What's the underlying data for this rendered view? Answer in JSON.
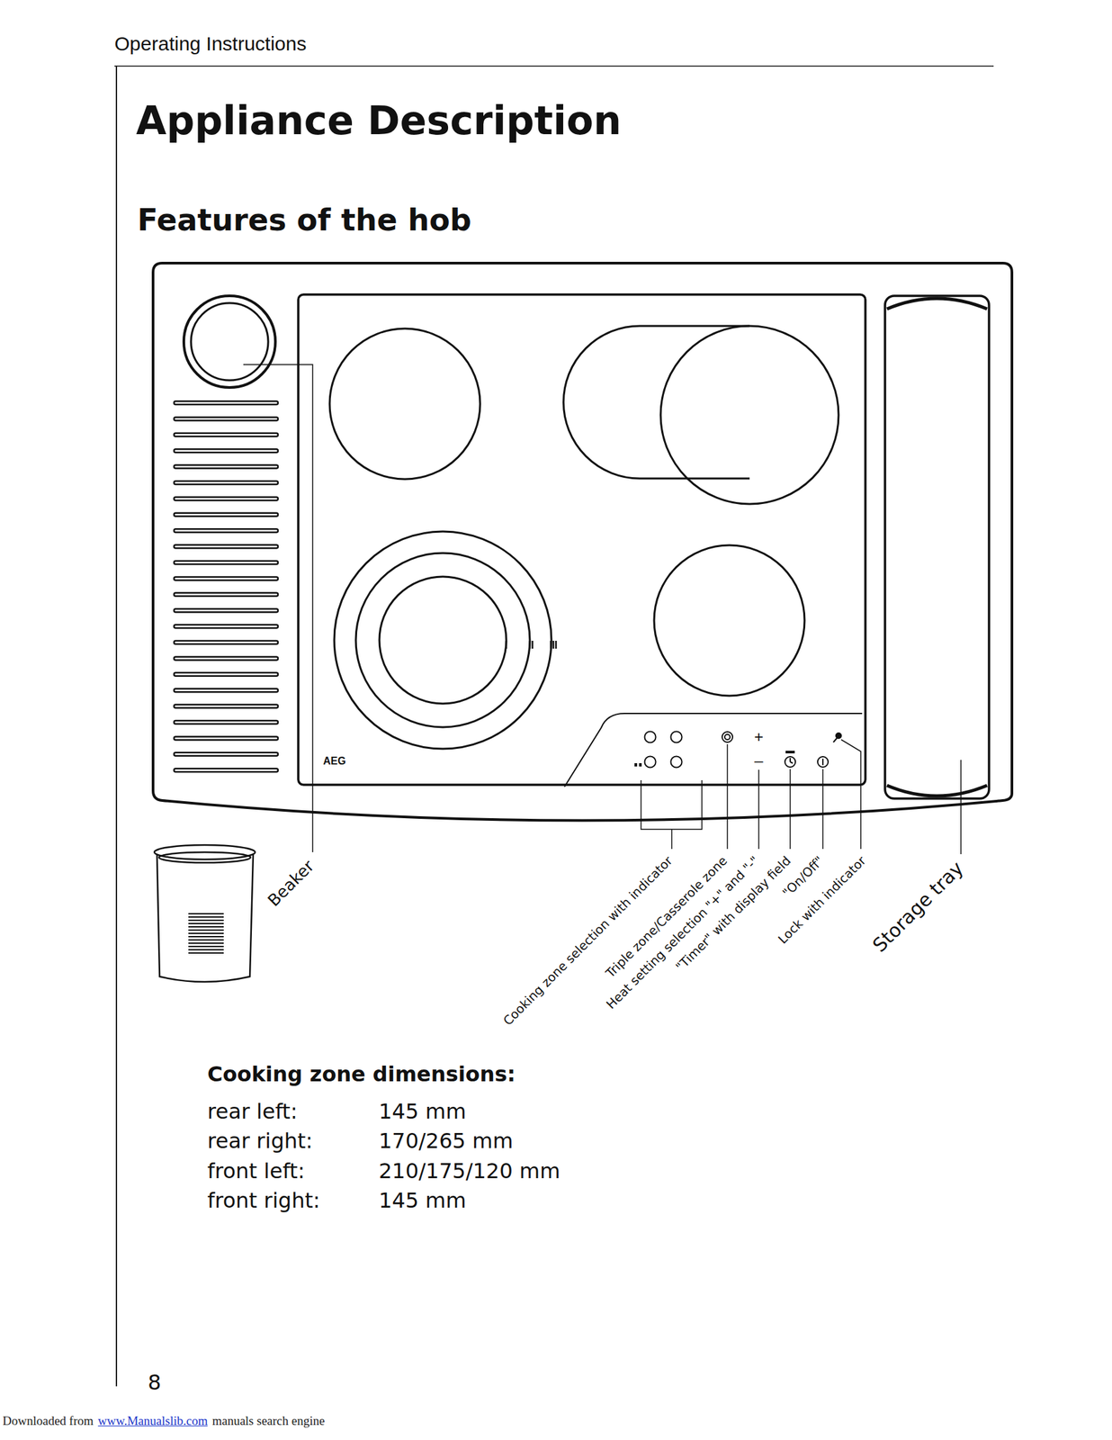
{
  "diagram": {
    "title": "Appliance Description",
    "labels": [
      "Operating Instructions",
      "Features of the hob",
      "AEG",
      "+",
      "–",
      "Beaker",
      "Cooking zone selection with indicator",
      "Triple zone/Casserole zone",
      "Heat setting selection \"+\" and \"-\"",
      "\"Timer\" with display field",
      "\"On/Off\"",
      "Lock with indicator",
      "Storage tray",
      "Cooking zone dimensions:",
      "rear left:",
      "145 mm",
      "rear right:",
      "170/265 mm",
      "front left:",
      "210/175/120 mm",
      "front right:",
      "145 mm",
      "8",
      "Downloaded from",
      "www.Manualslib.com",
      "manuals search engine"
    ]
  }
}
